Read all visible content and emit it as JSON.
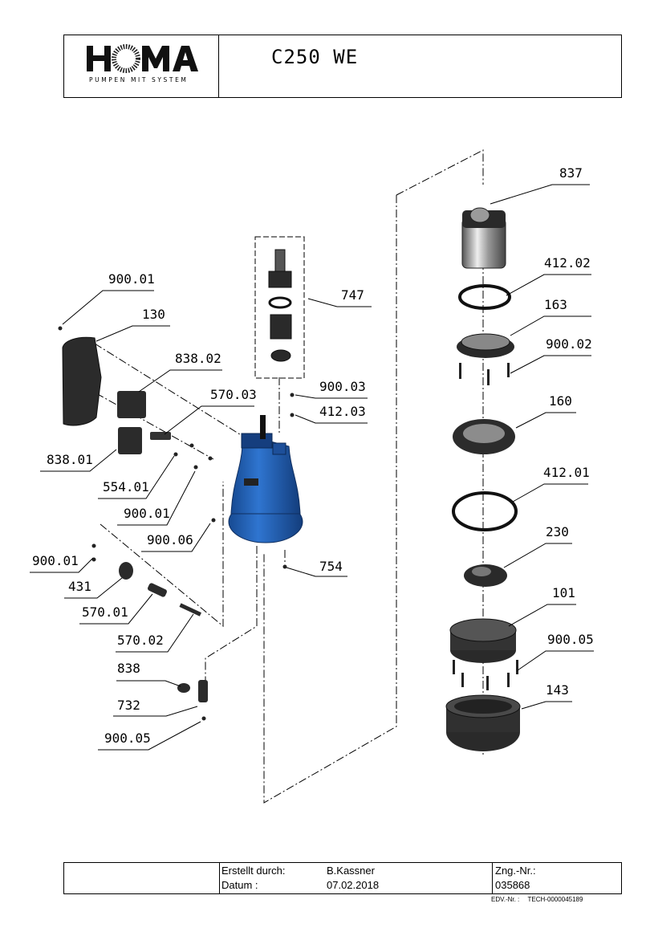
{
  "header": {
    "logo_text": "HOMA",
    "logo_subtitle": "PUMPEN MIT SYSTEM",
    "model": "C250 WE"
  },
  "parts": [
    {
      "id": "p837",
      "label": "837"
    },
    {
      "id": "p412_02",
      "label": "412.02"
    },
    {
      "id": "p163",
      "label": "163"
    },
    {
      "id": "p900_02",
      "label": "900.02"
    },
    {
      "id": "p160",
      "label": "160"
    },
    {
      "id": "p412_01",
      "label": "412.01"
    },
    {
      "id": "p230",
      "label": "230"
    },
    {
      "id": "p101",
      "label": "101"
    },
    {
      "id": "p900_05r",
      "label": "900.05"
    },
    {
      "id": "p143",
      "label": "143"
    },
    {
      "id": "p747",
      "label": "747"
    },
    {
      "id": "p900_03",
      "label": "900.03"
    },
    {
      "id": "p412_03",
      "label": "412.03"
    },
    {
      "id": "p900_01a",
      "label": "900.01"
    },
    {
      "id": "p130",
      "label": "130"
    },
    {
      "id": "p838_02",
      "label": "838.02"
    },
    {
      "id": "p570_03",
      "label": "570.03"
    },
    {
      "id": "p838_01",
      "label": "838.01"
    },
    {
      "id": "p554_01",
      "label": "554.01"
    },
    {
      "id": "p900_01b",
      "label": "900.01"
    },
    {
      "id": "p900_06",
      "label": "900.06"
    },
    {
      "id": "p900_01c",
      "label": "900.01"
    },
    {
      "id": "p431",
      "label": "431"
    },
    {
      "id": "p570_01",
      "label": "570.01"
    },
    {
      "id": "p570_02",
      "label": "570.02"
    },
    {
      "id": "p754",
      "label": "754"
    },
    {
      "id": "p838",
      "label": "838"
    },
    {
      "id": "p732",
      "label": "732"
    },
    {
      "id": "p900_05l",
      "label": "900.05"
    }
  ],
  "footer": {
    "created_by_label": "Erstellt durch:",
    "created_by_value": "B.Kassner",
    "date_label": "Datum :",
    "date_value": "07.02.2018",
    "drawing_no_label": "Zng.-Nr.:",
    "drawing_no_value": "035868",
    "edv_label": "EDV.-Nr. :",
    "edv_value": "TECH-0000045189"
  },
  "colors": {
    "pump_blue": "#1f5fb5",
    "part_dark": "#222222",
    "line": "#000000"
  }
}
